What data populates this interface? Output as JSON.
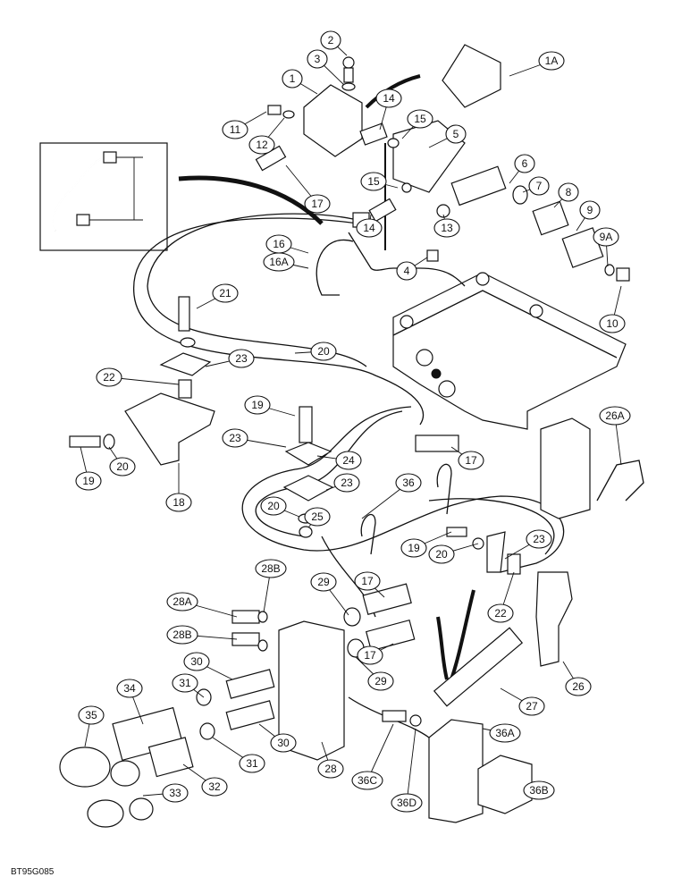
{
  "figure_code": "BT95G085",
  "callouts": [
    "1",
    "1A",
    "2",
    "3",
    "4",
    "5",
    "6",
    "7",
    "8",
    "9",
    "9A",
    "10",
    "11",
    "12",
    "13",
    "14",
    "14",
    "15",
    "15",
    "16",
    "16A",
    "17",
    "17",
    "17",
    "17",
    "18",
    "19",
    "19",
    "19",
    "20",
    "20",
    "20",
    "20",
    "21",
    "22",
    "22",
    "23",
    "23",
    "23",
    "23",
    "24",
    "25",
    "26",
    "26A",
    "27",
    "28",
    "28A",
    "28B",
    "28B",
    "29",
    "29",
    "30",
    "30",
    "31",
    "31",
    "32",
    "33",
    "34",
    "35",
    "36",
    "36A",
    "36B",
    "36C",
    "36D"
  ]
}
